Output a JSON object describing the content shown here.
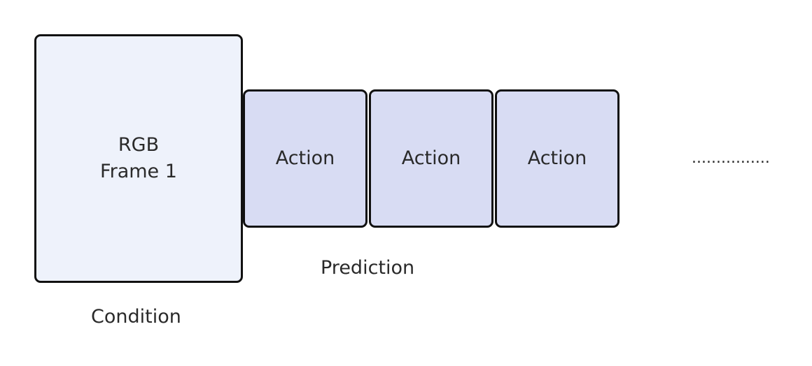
{
  "condition": {
    "box_lines": [
      "RGB",
      "Frame 1"
    ],
    "label": "Condition",
    "fill_color": "#eef2fb"
  },
  "prediction": {
    "label": "Prediction",
    "fill_color": "#d8dcf3",
    "actions": [
      {
        "label": "Action"
      },
      {
        "label": "Action"
      },
      {
        "label": "Action"
      }
    ]
  },
  "continuation": "................",
  "border_color": "#111111"
}
